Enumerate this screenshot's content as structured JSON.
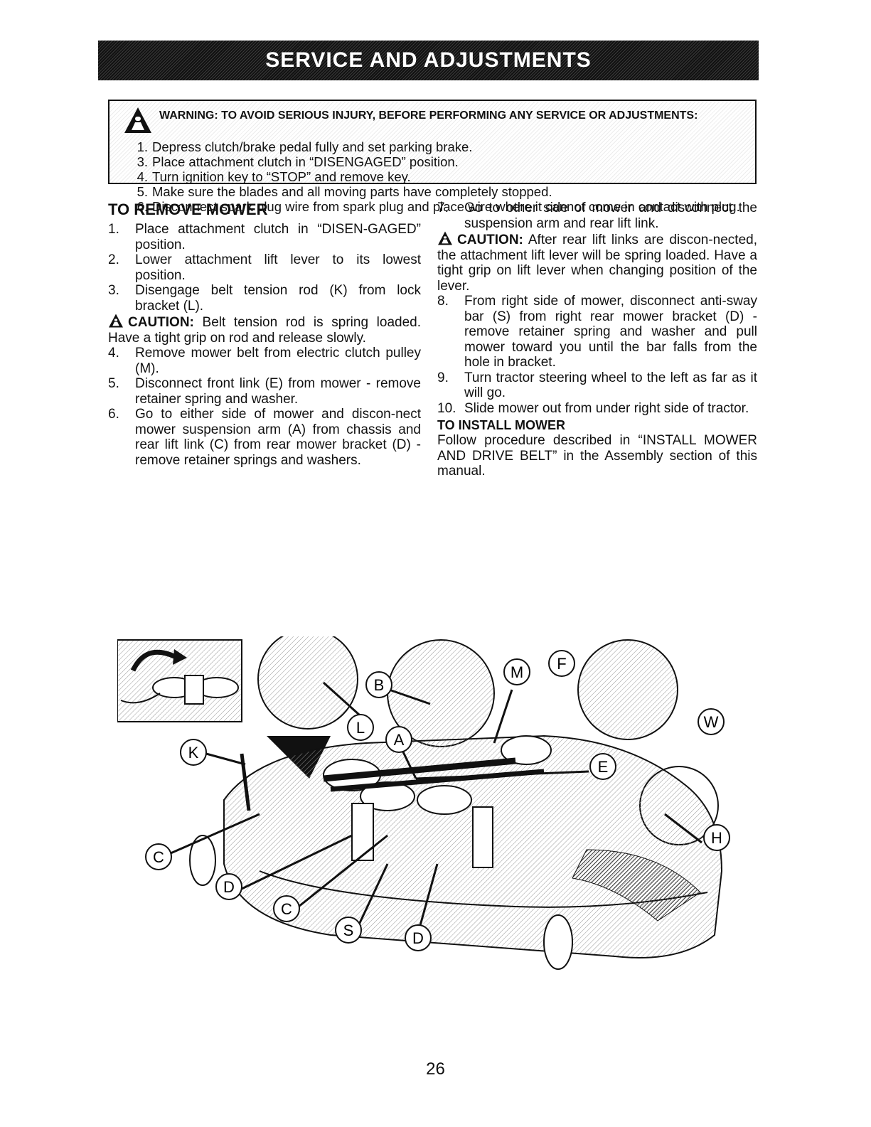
{
  "banner": {
    "title": "SERVICE AND ADJUSTMENTS"
  },
  "warning": {
    "heading": "WARNING: TO AVOID SERIOUS INJURY, BEFORE PERFORMING ANY SERVICE OR ADJUSTMENTS:",
    "items": [
      {
        "num": "1.",
        "text": "Depress clutch/brake pedal fully and set parking brake."
      },
      {
        "num": "3.",
        "text": "Place attachment clutch in “DISENGAGED” position."
      },
      {
        "num": "4.",
        "text": "Turn ignition key to “STOP” and remove key."
      },
      {
        "num": "5.",
        "text": "Make sure the blades and all moving parts have completely stopped."
      },
      {
        "num": "6.",
        "text": "Disconnect spark plug wire from spark plug and place wire where it cannot come in contact with plug."
      }
    ]
  },
  "remove_mower": {
    "title": "TO REMOVE MOWER",
    "steps": [
      {
        "num": "1.",
        "text": "Place attachment clutch in “DISEN-GAGED” position."
      },
      {
        "num": "2.",
        "text": "Lower attachment lift lever to its lowest position."
      },
      {
        "num": "3.",
        "text": "Disengage belt tension rod (K) from lock bracket (L)."
      }
    ],
    "caution1": {
      "label": "CAUTION:",
      "text": "Belt tension rod is spring loaded. Have a tight grip on rod and release slowly."
    },
    "steps2": [
      {
        "num": "4.",
        "text": "Remove mower belt from electric clutch pulley (M)."
      },
      {
        "num": "5.",
        "text": "Disconnect front link (E) from mower - remove retainer spring and washer."
      },
      {
        "num": "6.",
        "text": "Go to either side of mower and discon-nect mower suspension arm (A) from chassis and rear lift link (C) from rear mower bracket (D) - remove retainer springs and washers."
      },
      {
        "num": "7.",
        "text": "Go to other side of mower and disconnect the suspension arm and rear lift link."
      }
    ],
    "caution2": {
      "label": "CAUTION:",
      "text": "After rear lift links are discon-nected, the attachment lift lever will be spring loaded. Have a tight grip on lift lever when changing position of the lever."
    },
    "steps3": [
      {
        "num": "8.",
        "text": "From right side of mower, disconnect anti-sway bar (S) from right rear mower bracket (D) - remove retainer spring and washer and pull mower toward you until the bar falls from the hole in bracket."
      },
      {
        "num": "9.",
        "text": "Turn tractor steering wheel to the left as far as it will go."
      },
      {
        "num": "10.",
        "text": "Slide mower out from under right side of tractor."
      }
    ]
  },
  "install_mower": {
    "title": "TO INSTALL MOWER",
    "text": "Follow procedure described in “INSTALL MOWER AND DRIVE BELT” in the Assembly section of this manual."
  },
  "figure": {
    "callouts": [
      "B",
      "M",
      "F",
      "W",
      "L",
      "A",
      "K",
      "E",
      "H",
      "C",
      "D",
      "C",
      "S",
      "D"
    ]
  },
  "page_number": "26"
}
